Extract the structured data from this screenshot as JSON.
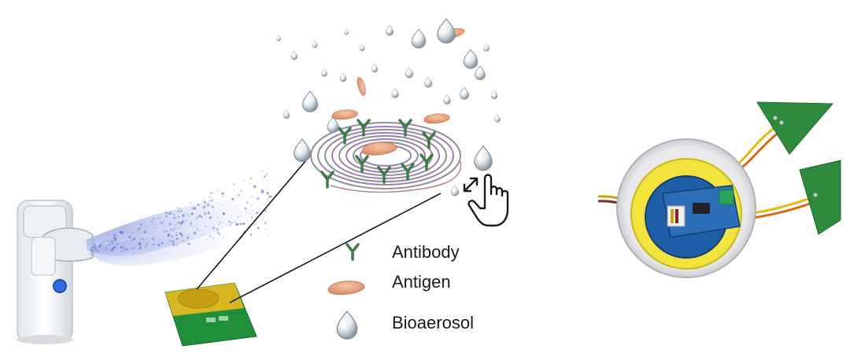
{
  "legend": {
    "items": [
      {
        "key": "antibody",
        "label": "Antibody",
        "icon": "antibody-icon",
        "color": "#3f7a4a"
      },
      {
        "key": "antigen",
        "label": "Antigen",
        "icon": "antigen-icon",
        "color": "#e09a74"
      },
      {
        "key": "bioaerosol",
        "label": "Bioaerosol",
        "icon": "droplet-icon",
        "color": "#c9d3dc"
      }
    ]
  },
  "colors": {
    "pcb_green": "#1f8f3a",
    "pcb_yellow": "#d8b820",
    "coil_gray": "#8c8f95",
    "coil_purple": "#9c7fb2",
    "mist_blue": "#7e8fd6",
    "board_blue": "#1f5fa8",
    "housing_yellow": "#f2e43c"
  },
  "icons": {
    "gesture": "touch-zoom-hand-icon"
  }
}
